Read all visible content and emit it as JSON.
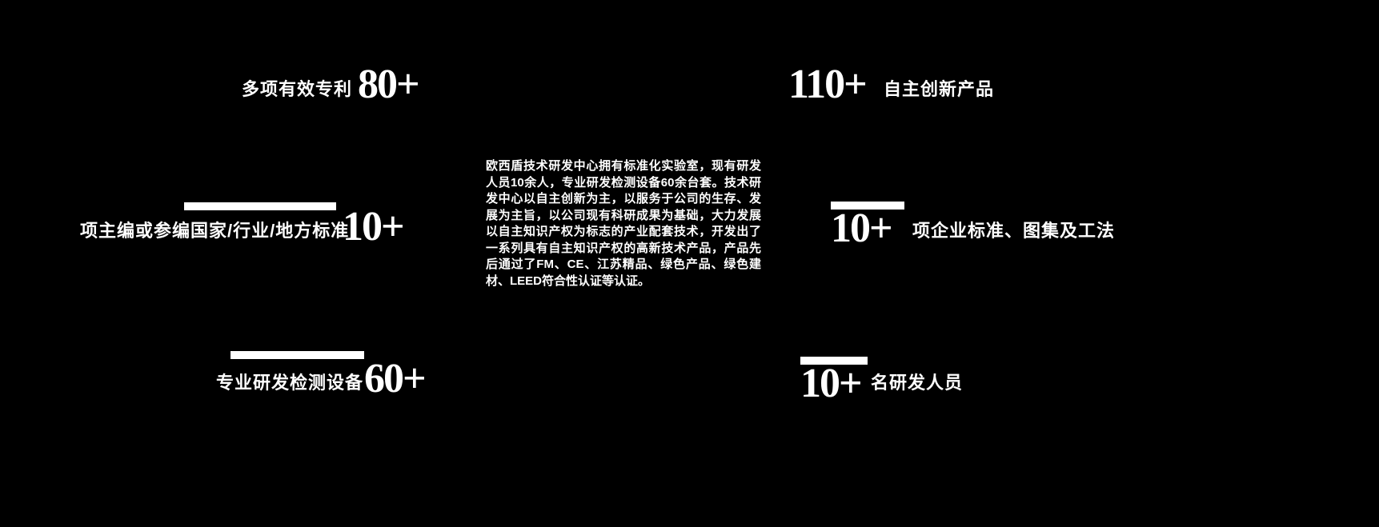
{
  "page": {
    "background_color": "#000000",
    "text_color": "#ffffff"
  },
  "stats": [
    {
      "number": "80+",
      "label": "多项有效专利"
    },
    {
      "number": "110+",
      "label": "自主创新产品"
    },
    {
      "number": "10+",
      "label": "项主编或参编国家/行业/地方标准"
    },
    {
      "number": "10+",
      "label": "项企业标准、图集及工法"
    },
    {
      "number": "60+",
      "label": "专业研发检测设备"
    },
    {
      "number": "10+",
      "label": "名研发人员"
    }
  ],
  "intro": {
    "text": "欧西盾技术研发中心拥有标准化实验室，现有研发人员10余人，专业研发检测设备60余台套。技术研发中心以自主创新为主，以服务于公司的生存、发展为主旨，以公司现有科研成果为基础，大力发展以自主知识产权为标志的产业配套技术，开发出了一系列具有自主知识产权的高新技术产品，产品先后通过了FM、CE、江苏精品、绿色产品、绿色建材、LEED符合性认证等认证。"
  }
}
